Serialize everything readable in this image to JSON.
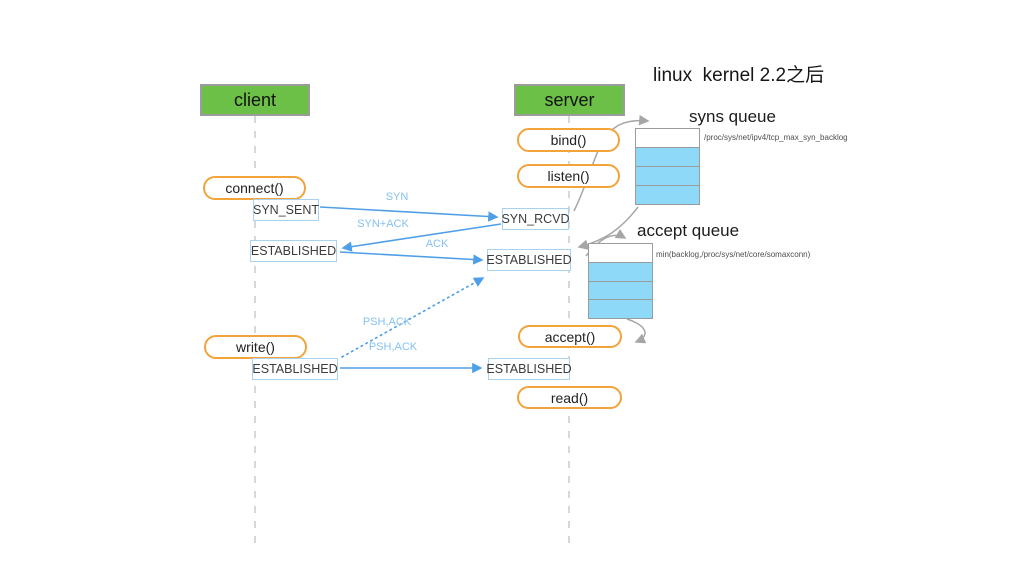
{
  "title": "linux  kernel 2.2之后",
  "colors": {
    "actor_green": "#6cc047",
    "pill_orange": "#f2a33a",
    "arrow_blue": "#4f9fe8",
    "label_blue": "#85c2f0",
    "state_border_blue": "#a8d2f0",
    "queue_fill_blue": "#8ed8f8",
    "gray": "#a6a6a6"
  },
  "actors": {
    "client": "client",
    "server": "server"
  },
  "client_calls": {
    "connect": "connect()",
    "write": "write()"
  },
  "server_calls": {
    "bind": "bind()",
    "listen": "listen()",
    "accept": "accept()",
    "read": "read()"
  },
  "client_states": {
    "syn_sent": "SYN_SENT",
    "established1": "ESTABLISHED",
    "established2": "ESTABLISHED"
  },
  "server_states": {
    "syn_rcvd": "SYN_RCVD",
    "established1": "ESTABLISHED",
    "established2": "ESTABLISHED"
  },
  "messages": {
    "syn": "SYN",
    "syn_ack": "SYN+ACK",
    "ack": "ACK",
    "psh_ack_dotted": "PSH,ACK",
    "psh_ack": "PSH,ACK"
  },
  "queues": {
    "syns": {
      "label": "syns queue",
      "note": "/proc/sys/net/ipv4/tcp_max_syn_backlog",
      "rows": 4,
      "filled_rows": 3
    },
    "accept": {
      "label": "accept queue",
      "note": "min(backlog,/proc/sys/net/core/somaxconn)",
      "rows": 4,
      "filled_rows": 3
    }
  }
}
